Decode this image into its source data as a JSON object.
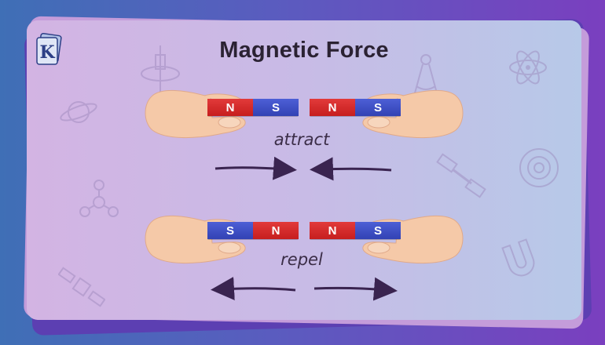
{
  "title": "Magnetic Force",
  "attract": {
    "label": "attract",
    "left_magnet": [
      "N",
      "S"
    ],
    "right_magnet": [
      "N",
      "S"
    ]
  },
  "repel": {
    "label": "repel",
    "left_magnet": [
      "S",
      "N"
    ],
    "right_magnet": [
      "N",
      "S"
    ]
  },
  "logo_letter": "K",
  "colors": {
    "north_pole": "#d42a2a",
    "south_pole": "#3f50c8",
    "arrow": "#3a2450",
    "skin": "#f5c9a8"
  }
}
